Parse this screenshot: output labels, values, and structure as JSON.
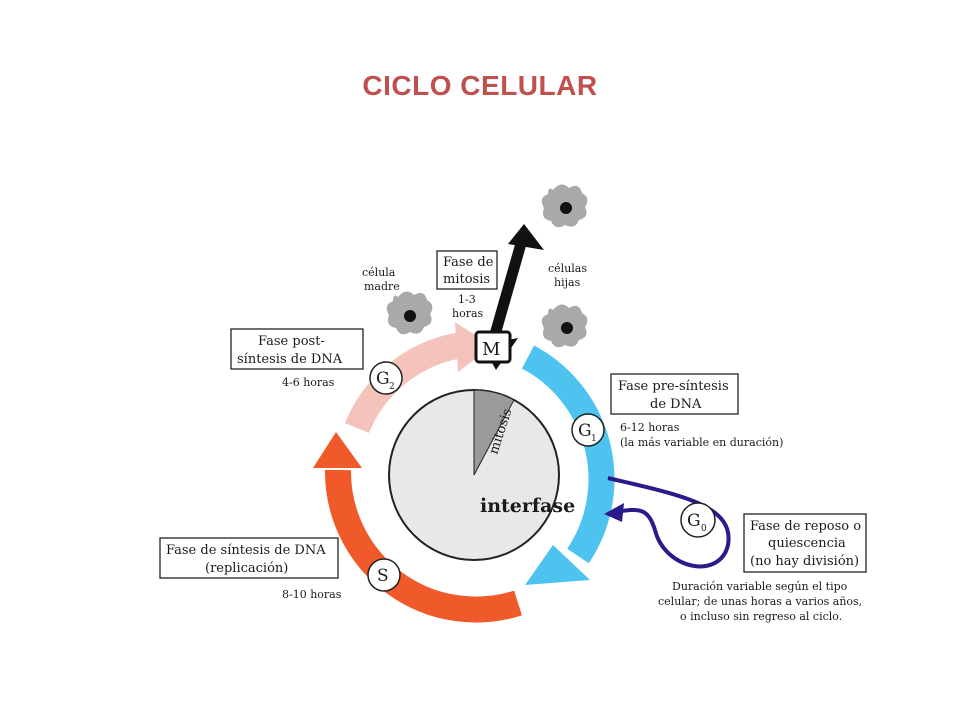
{
  "title": "CICLO CELULAR",
  "pie": {
    "center_label": "interfase",
    "slice_label": "mitosis"
  },
  "phases": {
    "m": {
      "symbol": "M",
      "box_line1": "Fase de",
      "box_line2": "mitosis",
      "duration_line1": "1-3",
      "duration_line2": "horas"
    },
    "g1": {
      "symbol": "G",
      "subscript": "1",
      "box_line1": "Fase pre-síntesis",
      "box_line2": "de DNA",
      "duration": "6-12 horas",
      "note": "(la más variable en duración)"
    },
    "g2": {
      "symbol": "G",
      "subscript": "2",
      "box_line1": "Fase post-",
      "box_line2": "síntesis de DNA",
      "duration": "4-6 horas"
    },
    "s": {
      "symbol": "S",
      "box_line1": "Fase de síntesis de DNA",
      "box_line2": "(replicación)",
      "duration": "8-10 horas"
    },
    "g0": {
      "symbol": "G",
      "subscript": "0",
      "box_line1": "Fase de reposo o",
      "box_line2": "quiescencia",
      "box_line3": "(no hay división)",
      "note_line1": "Duración variable según el tipo",
      "note_line2": "celular; de unas horas a varios años,",
      "note_line3": "o incluso sin regreso al ciclo."
    }
  },
  "cells": {
    "mother_line1": "célula",
    "mother_line2": "madre",
    "daughters_line1": "células",
    "daughters_line2": "hijas"
  },
  "colors": {
    "title": "#c0504d",
    "g1_arrow": "#4fc3f0",
    "s_arrow": "#f05a2a",
    "g2_arrow": "#f4c4bc",
    "m_arrow": "#111111",
    "g0_loop": "#2a1a8a",
    "pie_fill": "#e8e8e8",
    "mitosis_slice": "#9a9a9a"
  },
  "icons": [
    "cell-icon"
  ]
}
